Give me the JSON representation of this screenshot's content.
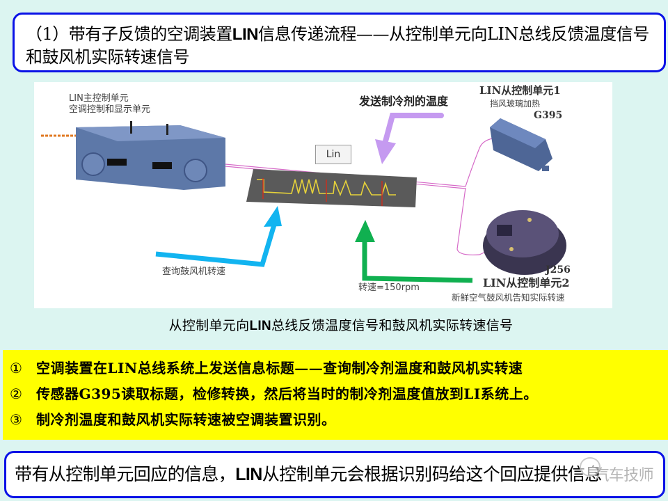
{
  "title": {
    "prefix": "（1）",
    "text_a": "带有子反馈的空调装置",
    "lin": "LIN",
    "text_b": "信息传递流程——从控制单元向LIN总线反馈温度信号和鼓风机实际转速信号"
  },
  "figure": {
    "master_label_line1": "LIN主控制单元",
    "master_label_line2": "空调控制和显示单元",
    "slave1_title": "LIN从控制单元1",
    "slave1_sub": "挡风玻璃加热",
    "slave1_code": "G395",
    "send_refrigerant_label": "发送制冷剂的温度",
    "bus_tag": "Lin",
    "query_blower_label": "查询鼓风机转速",
    "speed_label": "转速=150rpm",
    "slave2_code": "J256",
    "slave2_title": "LIN从控制单元2",
    "slave2_sub": "新鲜空气鼓风机告知实际转速",
    "colors": {
      "arrow_purple": "#C59AF0",
      "arrow_blue": "#12B4F0",
      "arrow_green": "#10B050",
      "wire_pink": "#D66BC8",
      "device_blue": "#5D78A8"
    }
  },
  "caption": {
    "text_a": "从控制单元向",
    "lin": "LIN",
    "text_b": "总线反馈温度信号和鼓风机实际转速信号"
  },
  "steps": [
    {
      "num": "①",
      "text": "空调装置在LIN总线系统上发送信息标题——查询制冷剂温度和鼓风机实转速"
    },
    {
      "num": "②",
      "text": "传感器G395读取标题，检修转换，然后将当时的制冷剂温度值放到LI系统上。"
    },
    {
      "num": "③",
      "text": "制冷剂温度和鼓风机实际转速被空调装置识别。"
    }
  ],
  "summary": {
    "text_a": "带有从控制单元回应的信息，",
    "lin": "LIN",
    "text_b": "从控制单元会根据识别码给这个回应提供信息",
    "watermark": "汽车技师"
  }
}
